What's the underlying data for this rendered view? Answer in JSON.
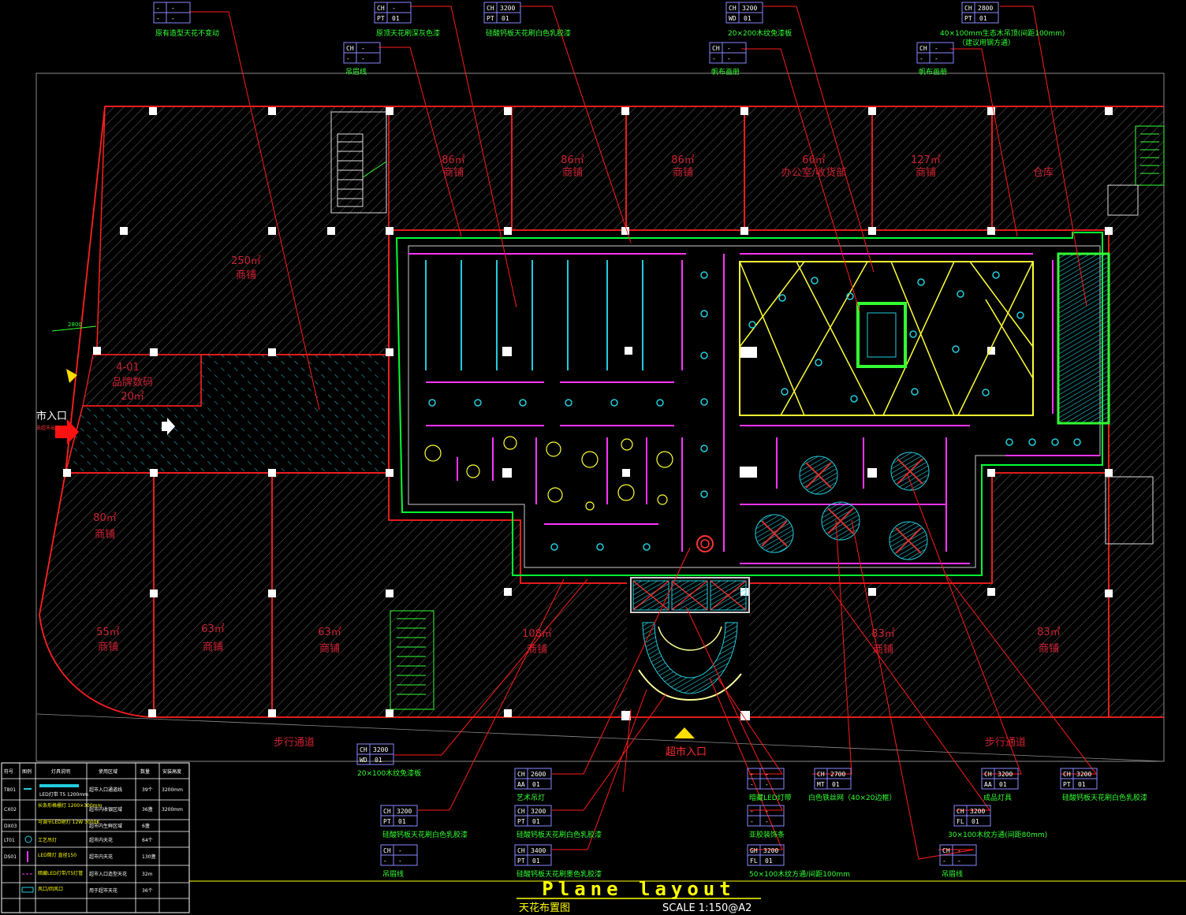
{
  "title": {
    "main": "Plane layout",
    "sub": "天花布置图",
    "scale": "SCALE  1:150@A2"
  },
  "entrances": {
    "left": "市入口",
    "left_small": "去超市出口",
    "bottom": "超市入口"
  },
  "walkways": {
    "left": "步行通道",
    "right": "步行通道"
  },
  "dimension": "2800",
  "rooms": [
    {
      "area": "250㎡",
      "name": "商铺"
    },
    {
      "area": "86㎡",
      "name": "商铺"
    },
    {
      "area": "86㎡",
      "name": "商铺"
    },
    {
      "area": "86㎡",
      "name": "商铺"
    },
    {
      "area": "66㎡",
      "name": "办公室/收货部"
    },
    {
      "area": "127㎡",
      "name": "商铺"
    },
    {
      "area": "",
      "name": "仓库"
    },
    {
      "area": "4-01",
      "name": "品牌数码"
    },
    {
      "area": "20㎡",
      "name": ""
    },
    {
      "area": "80㎡",
      "name": "商铺"
    },
    {
      "area": "55㎡",
      "name": "商铺"
    },
    {
      "area": "63㎡",
      "name": "商铺"
    },
    {
      "area": "63㎡",
      "name": "商铺"
    },
    {
      "area": "108㎡",
      "name": "商铺"
    },
    {
      "area": "83㎡",
      "name": "商铺"
    },
    {
      "area": "83㎡",
      "name": "商铺"
    }
  ],
  "tags": [
    {
      "r1": [
        "-",
        "-"
      ],
      "r2": [
        "-",
        "-"
      ],
      "note": "原有造型天花不变动",
      "note2": ""
    },
    {
      "r1": [
        "CH",
        "-"
      ],
      "r2": [
        "PT",
        "01"
      ],
      "note": "原顶天花刷深灰色漆",
      "note2": ""
    },
    {
      "r1": [
        "CH",
        "3200"
      ],
      "r2": [
        "PT",
        "01"
      ],
      "note": "硅酸钙板天花刷白色乳胶漆",
      "note2": ""
    },
    {
      "r1": [
        "CH",
        "3200"
      ],
      "r2": [
        "WD",
        "01"
      ],
      "note": "20×200木纹免漆板",
      "note2": ""
    },
    {
      "r1": [
        "CH",
        "2800"
      ],
      "r2": [
        "PT",
        "01"
      ],
      "note": "40×100mm生态木吊顶(间距100mm)",
      "note2": "（建议用钢方通）"
    },
    {
      "r1": [
        "CH",
        "-"
      ],
      "r2": [
        "-",
        "-"
      ],
      "note": "吊眉线",
      "note2": ""
    },
    {
      "r1": [
        "CH",
        "-"
      ],
      "r2": [
        "-",
        "-"
      ],
      "note": "帆布画册",
      "note2": ""
    },
    {
      "r1": [
        "CH",
        "-"
      ],
      "r2": [
        "-",
        "-"
      ],
      "note": "帆布画册",
      "note2": ""
    },
    {
      "r1": [
        "CH",
        "3200"
      ],
      "r2": [
        "WD",
        "01"
      ],
      "note": "20×100木纹免漆板",
      "note2": ""
    },
    {
      "r1": [
        "CH",
        "2600"
      ],
      "r2": [
        "AA",
        "01"
      ],
      "note": "艺术吊灯",
      "note2": ""
    },
    {
      "r1": [
        "-",
        "-"
      ],
      "r2": [
        "-",
        "-"
      ],
      "note": "暗藏LED灯带",
      "note2": ""
    },
    {
      "r1": [
        "CH",
        "2700"
      ],
      "r2": [
        "MT",
        "01"
      ],
      "note": "白色铁丝网（40×20边框）",
      "note2": ""
    },
    {
      "r1": [
        "CH",
        "3200"
      ],
      "r2": [
        "AA",
        "01"
      ],
      "note": "成品灯具",
      "note2": ""
    },
    {
      "r1": [
        "CH",
        "3200"
      ],
      "r2": [
        "PT",
        "01"
      ],
      "note": "硅酸钙板天花刷白色乳胶漆",
      "note2": ""
    },
    {
      "r1": [
        "CH",
        "3200"
      ],
      "r2": [
        "PT",
        "01"
      ],
      "note": "硅酸钙板天花刷白色乳胶漆",
      "note2": ""
    },
    {
      "r1": [
        "CH",
        "3200"
      ],
      "r2": [
        "PT",
        "01"
      ],
      "note": "硅酸钙板天花刷白色乳胶漆",
      "note2": ""
    },
    {
      "r1": [
        "-",
        "-"
      ],
      "r2": [
        "-",
        "-"
      ],
      "note": "亚胶装饰条",
      "note2": ""
    },
    {
      "r1": [
        "CH",
        "3200"
      ],
      "r2": [
        "FL",
        "01"
      ],
      "note": "30×100木纹方通(间距80mm)",
      "note2": ""
    },
    {
      "r1": [
        "CH",
        "-"
      ],
      "r2": [
        "-",
        "-"
      ],
      "note": "吊眉线",
      "note2": ""
    },
    {
      "r1": [
        "CH",
        "3400"
      ],
      "r2": [
        "PT",
        "01"
      ],
      "note": "硅酸钙板天花刷墨色乳胶漆",
      "note2": ""
    },
    {
      "r1": [
        "GH",
        "3200"
      ],
      "r2": [
        "FL",
        "01"
      ],
      "note": "50×100木纹方通/间距100mm",
      "note2": ""
    },
    {
      "r1": [
        "CH",
        "-"
      ],
      "r2": [
        "-",
        "-"
      ],
      "note": "吊眉线",
      "note2": ""
    }
  ],
  "legend": {
    "headers": [
      "符号",
      "图例",
      "灯具说明",
      "使用区域",
      "数量",
      "安装高度"
    ],
    "rows": [
      {
        "code": "T801",
        "desc": "LED灯带 T5 1200mm",
        "area": "超市入口通道线",
        "qty": "39个",
        "height": "3200mm"
      },
      {
        "code": "CX02",
        "desc": "长条形格栅灯 1200×300mm",
        "area": "超市内收银区域",
        "qty": "36盏",
        "height": "3200mm"
      },
      {
        "code": "DX03",
        "desc": "可调节LED射灯 12W 3000K",
        "area": "超市内生鲜区域",
        "qty": "6盏",
        "height": ""
      },
      {
        "code": "LT01",
        "desc": "工艺吊灯",
        "area": "超市内天花",
        "qty": "64个",
        "height": ""
      },
      {
        "code": "DS01",
        "desc": "LED筒灯 直径150",
        "area": "超市内天花",
        "qty": "130盏",
        "height": ""
      },
      {
        "code": "",
        "desc": "暗藏LED灯带/T5灯管",
        "area": "超市入口造型天花",
        "qty": "32m",
        "height": ""
      },
      {
        "code": "",
        "desc": "风口/回风口",
        "area": "用于超市天花",
        "qty": "36个",
        "height": ""
      }
    ]
  },
  "colors": {
    "wall": "#ff2020",
    "guide": "#ff1a1a",
    "hatch": "#777777",
    "column": "#ffffff",
    "track": "#00ff33",
    "magenta": "#ff33ff",
    "cyan": "#22ccdd",
    "yellow": "#ffff00",
    "text_green": "#33ff33"
  }
}
